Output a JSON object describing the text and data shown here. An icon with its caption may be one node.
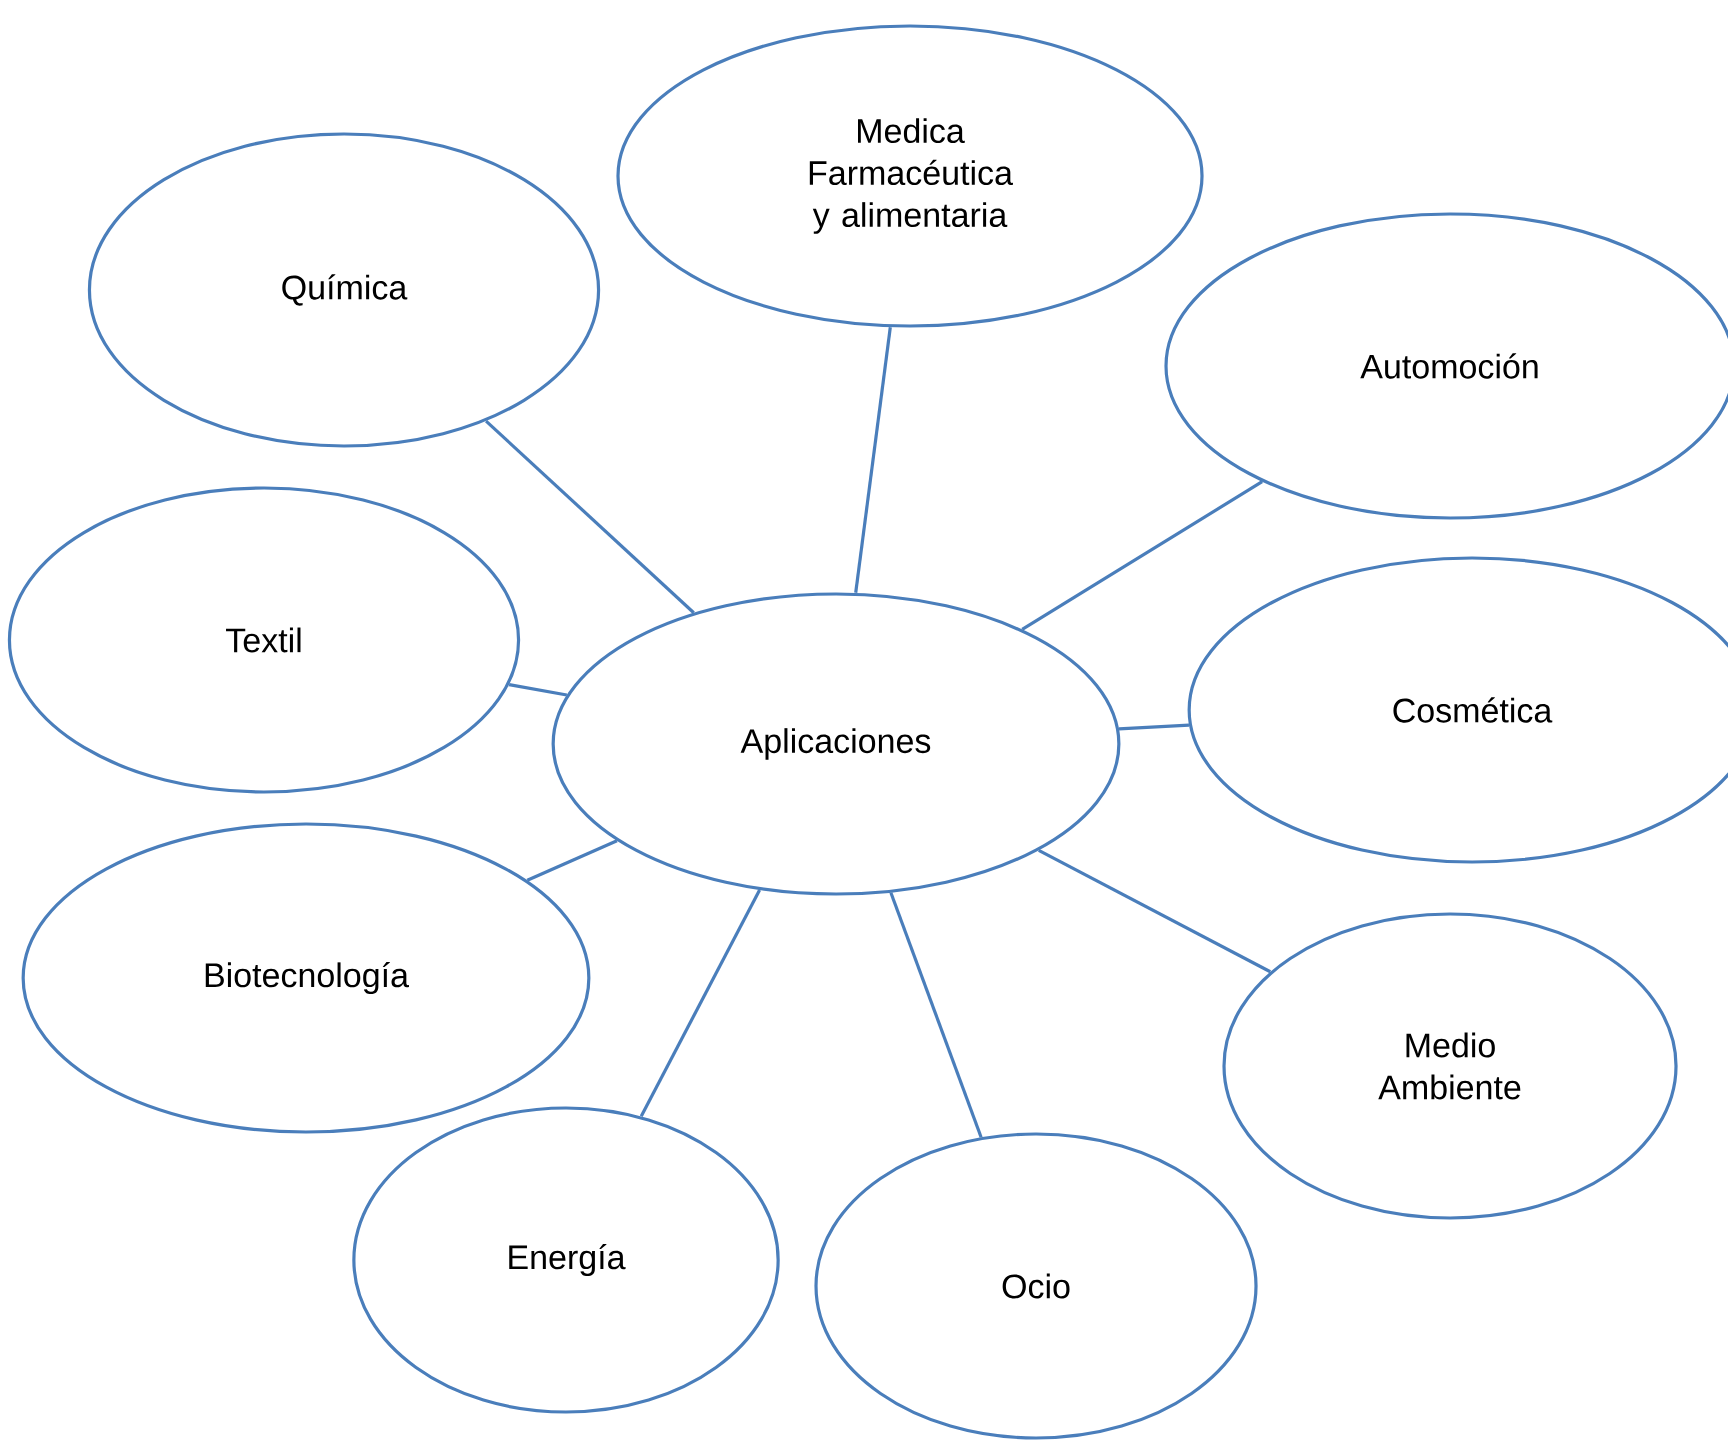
{
  "diagram": {
    "nodes": [
      {
        "text": [
          "Aplicaciones"
        ]
      },
      {
        "text": [
          "Química"
        ]
      },
      {
        "text": [
          "Medica Farmacéutica y alimentaria"
        ]
      },
      {
        "text": [
          "Automoción"
        ]
      },
      {
        "text": [
          "Textil"
        ]
      },
      {
        "text": [
          "Cosmética"
        ]
      },
      {
        "text": [
          "Biotecnología"
        ]
      },
      {
        "text": [
          "Medio Ambiente"
        ]
      },
      {
        "text": [
          "Energía"
        ]
      },
      {
        "text": [
          "Ocio"
        ]
      }
    ],
    "edges": [
      {
        "from": 0,
        "to": 1,
        "arrow": "none"
      },
      {
        "from": 0,
        "to": 2,
        "arrow": "none"
      },
      {
        "from": 0,
        "to": 3,
        "arrow": "none"
      },
      {
        "from": 0,
        "to": 4,
        "arrow": "none"
      },
      {
        "from": 0,
        "to": 5,
        "arrow": "none"
      },
      {
        "from": 0,
        "to": 6,
        "arrow": "none"
      },
      {
        "from": 0,
        "to": 7,
        "arrow": "none"
      },
      {
        "from": 0,
        "to": 8,
        "arrow": "none"
      },
      {
        "from": 0,
        "to": 9,
        "arrow": "none"
      }
    ]
  }
}
